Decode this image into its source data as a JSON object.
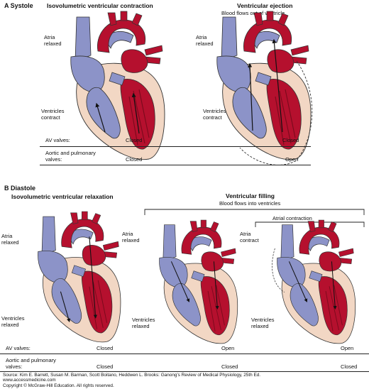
{
  "systole": {
    "heading": "A  Systole",
    "panel1": {
      "title": "Isovolumetric ventricular contraction",
      "atria": "Atria relaxed",
      "ventricles": "Ventricles contract"
    },
    "panel2": {
      "title": "Ventricular ejection",
      "subtitle": "Blood flows out of ventricle",
      "atria": "Atria relaxed",
      "ventricles": "Ventricles contract"
    },
    "rows": {
      "av_label": "AV valves:",
      "av_1": "Closed",
      "av_2": "Closed",
      "aortic_label": "Aortic and pulmonary valves:",
      "aortic_1": "Closed",
      "aortic_2": "Open"
    }
  },
  "diastole": {
    "heading": "B  Diastole",
    "panel1": {
      "title": "Isovolumetric ventricular relaxation",
      "atria": "Atria relaxed",
      "ventricles": "Ventricles relaxed"
    },
    "filling_title": "Ventricular filling",
    "filling_subtitle": "Blood flows into ventricles",
    "atrial_contraction": "Atrial contraction",
    "panel2": {
      "atria": "Atria relaxed",
      "ventricles": "Ventricles relaxed"
    },
    "panel3": {
      "atria": "Atria contract",
      "ventricles": "Ventricles relaxed"
    },
    "rows": {
      "av_label": "AV valves:",
      "av_1": "Closed",
      "av_2": "Open",
      "av_3": "Open",
      "aortic_label": "Aortic and pulmonary valves:",
      "aortic_1": "Closed",
      "aortic_2": "Closed",
      "aortic_3": "Closed"
    }
  },
  "source": {
    "line1": "Source: Kim E. Barrett, Susan M. Barman, Scott Boitano, Heddwen L. Brooks: Ganong's Review of Medical Physiology, 25th Ed.",
    "line2": "www.accessmedicine.com",
    "line3": "Copyright © McGraw-Hill Education.  All rights reserved."
  },
  "colors": {
    "red": "#b5102e",
    "dark_red": "#7a0a1c",
    "blue": "#8c93c8",
    "blue_light": "#b8bde2",
    "wall": "#f2d7c4"
  }
}
